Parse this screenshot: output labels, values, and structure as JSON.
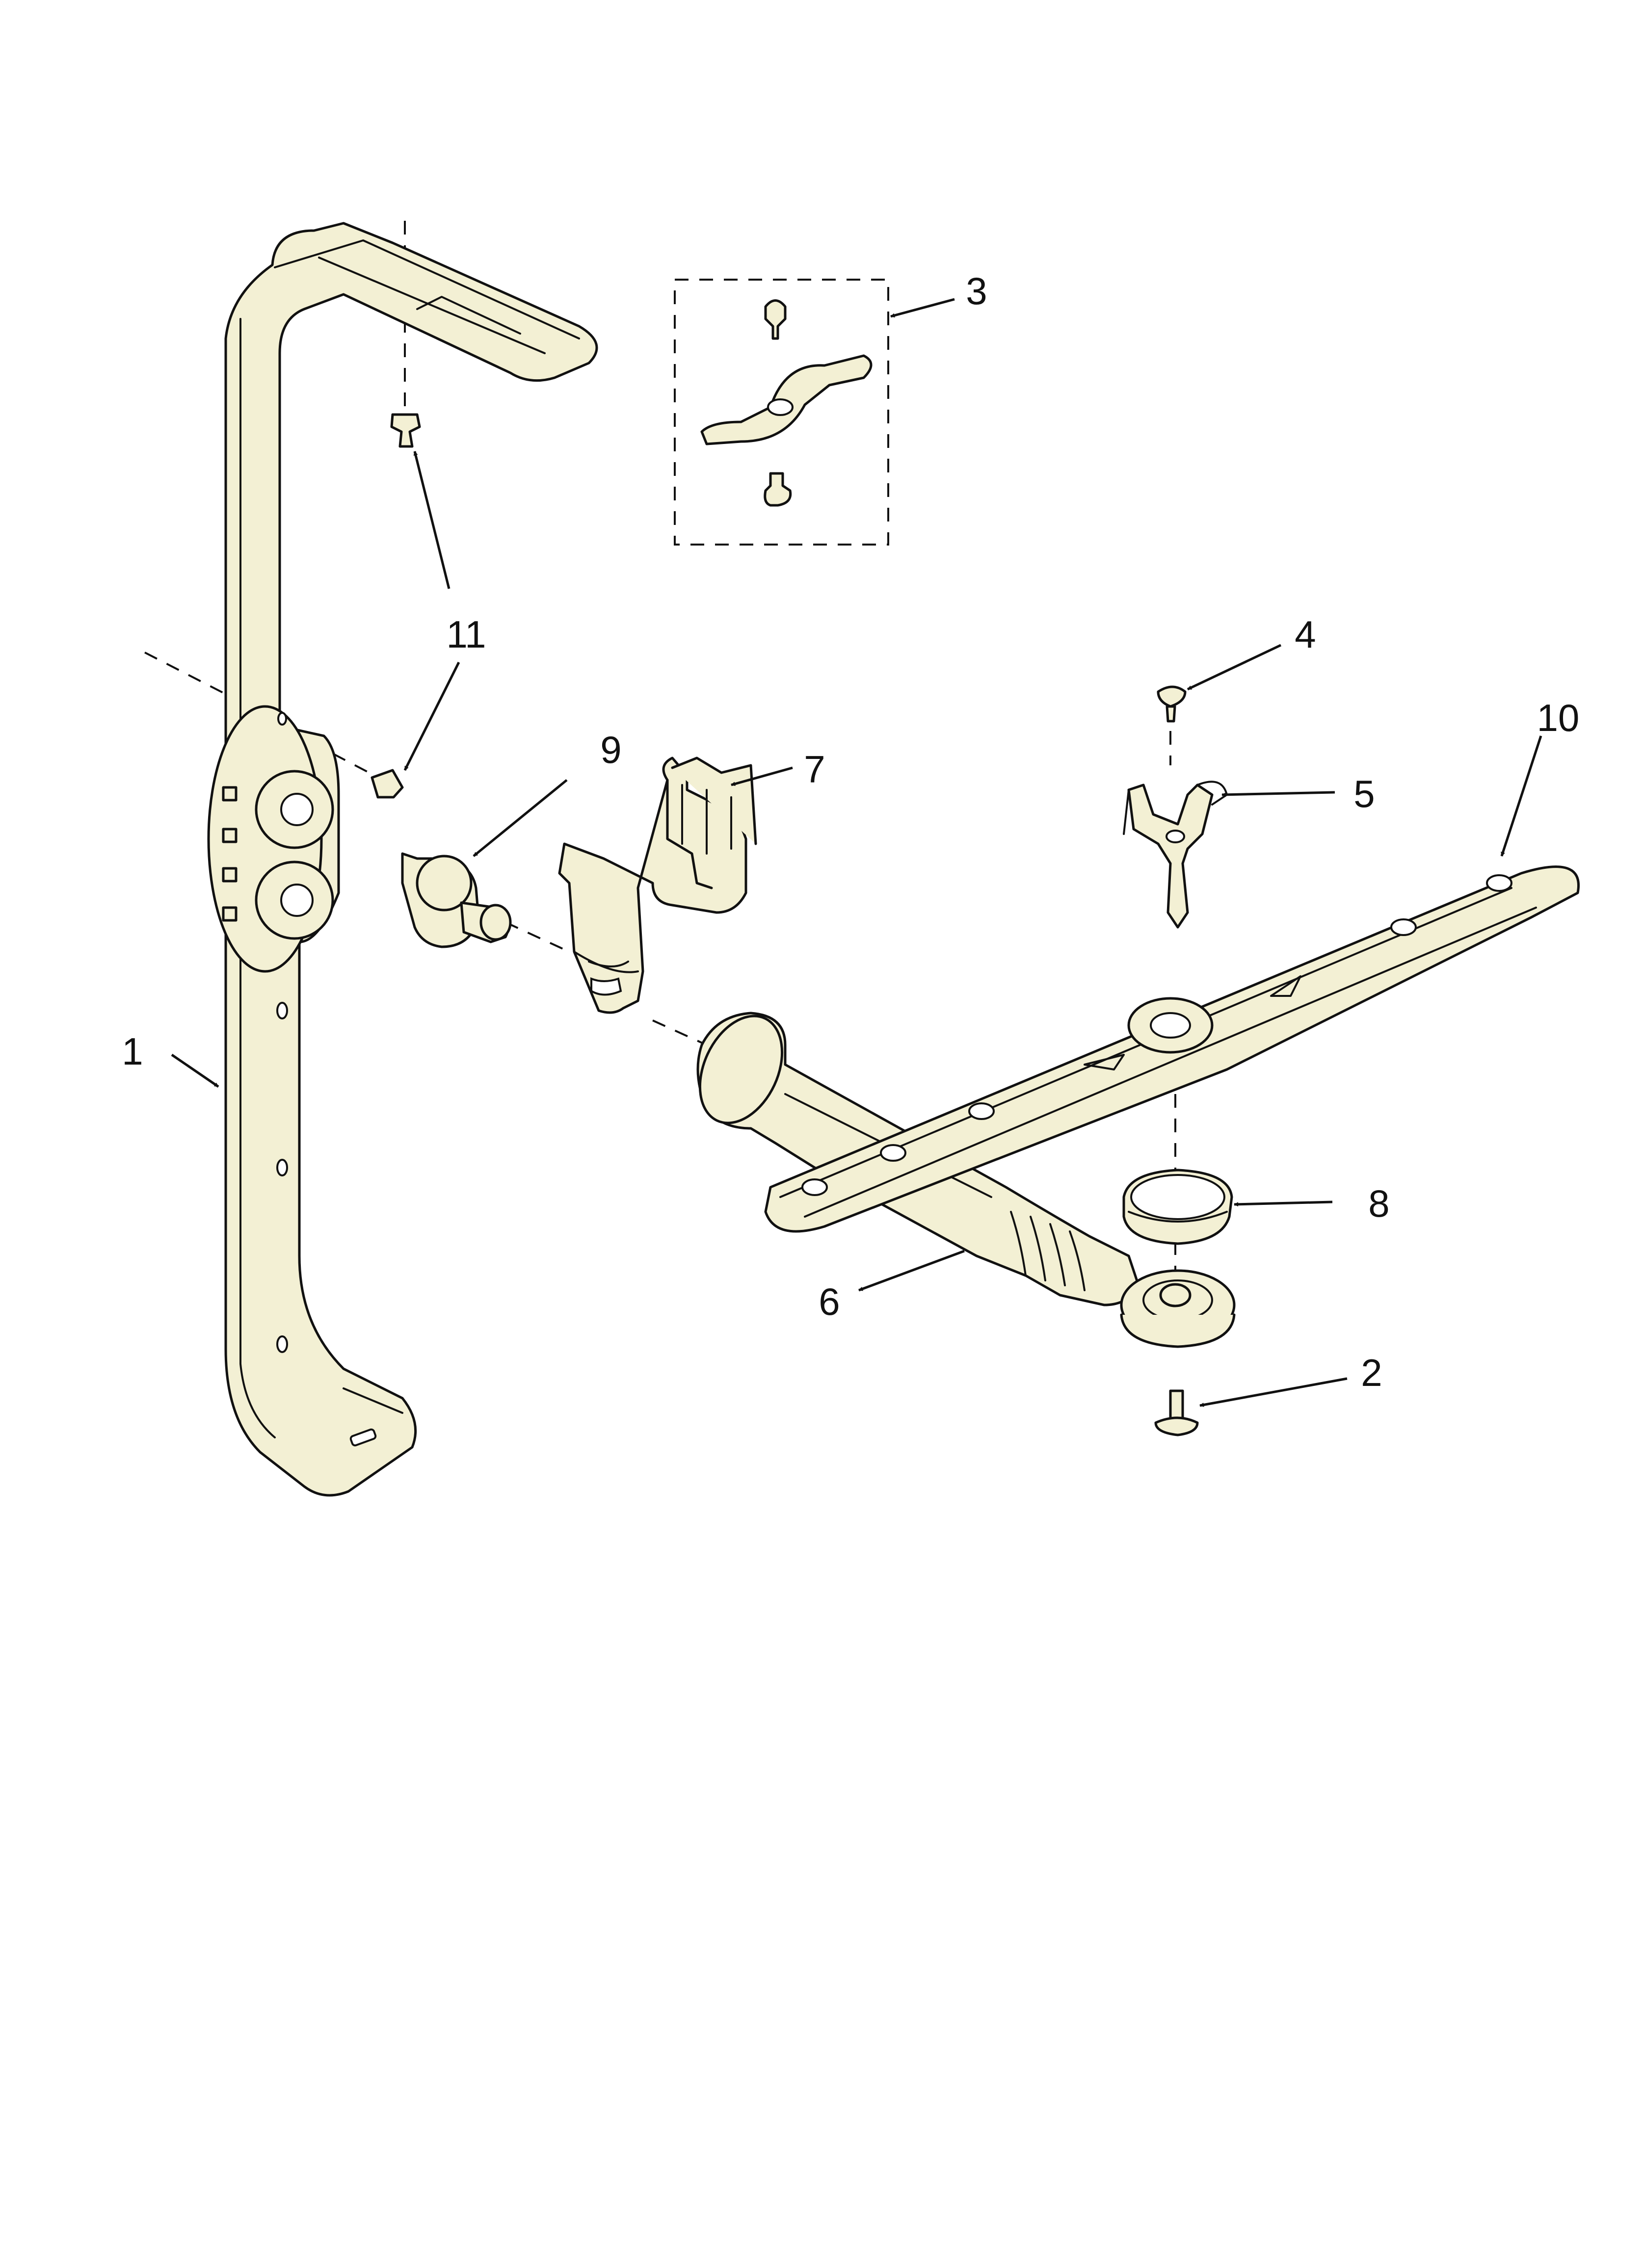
{
  "callouts": {
    "c1": "1",
    "c2": "2",
    "c3": "3",
    "c4": "4",
    "c5": "5",
    "c6": "6",
    "c7": "7",
    "c8": "8",
    "c9": "9",
    "c10": "10",
    "c11": "11"
  },
  "colors": {
    "part_fill": "#f3f0d4",
    "line": "#111111",
    "background": "#ffffff"
  }
}
